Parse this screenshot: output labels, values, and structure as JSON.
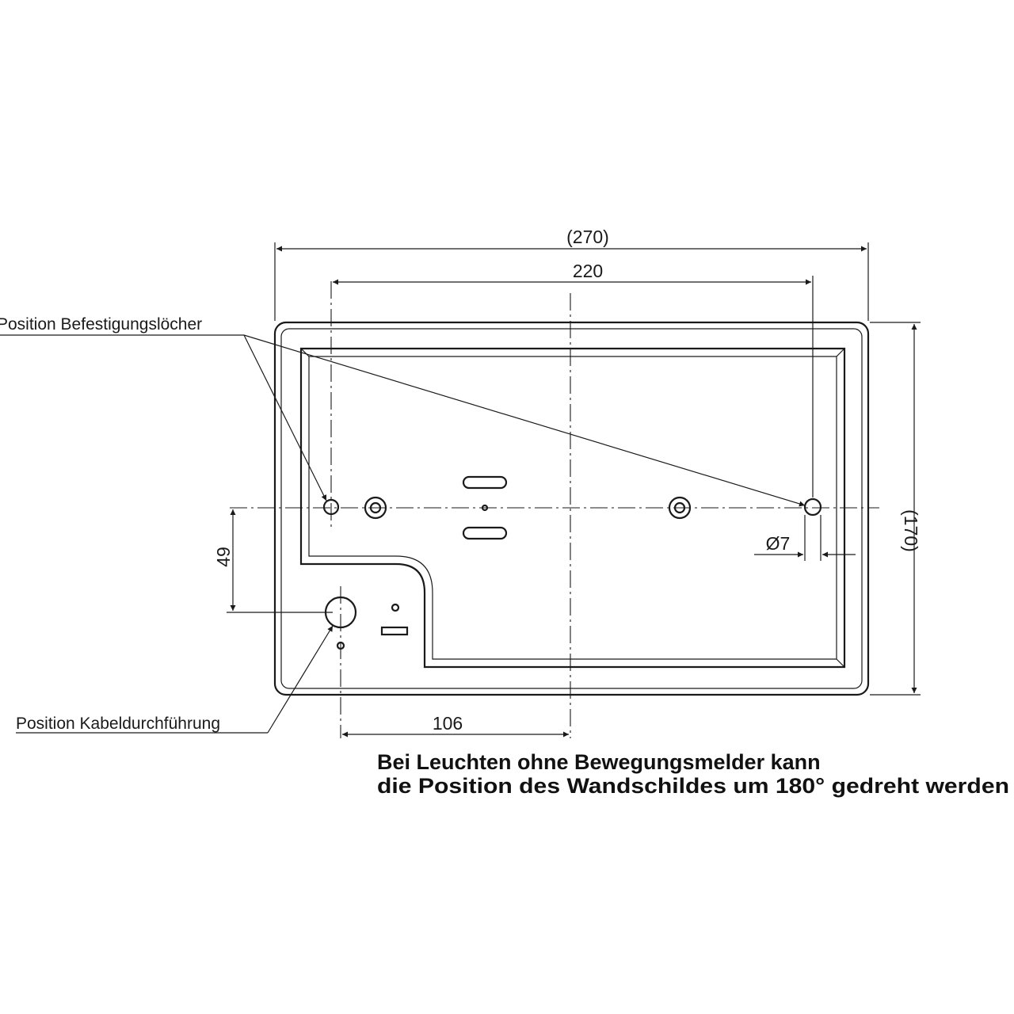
{
  "dimensions": {
    "overall_width": "(270)",
    "hole_spacing": "220",
    "overall_height": "(170)",
    "hole_height": "49",
    "cable_offset": "106",
    "hole_diameter": "Ø7"
  },
  "labels": {
    "mounting_holes": "Position Befestigungslöcher",
    "cable_entry": "Position Kabeldurchführung"
  },
  "note": {
    "line1": "Bei Leuchten ohne Bewegungsmelder kann",
    "line2": "die Position des Wandschildes um 180° gedreht werden"
  }
}
